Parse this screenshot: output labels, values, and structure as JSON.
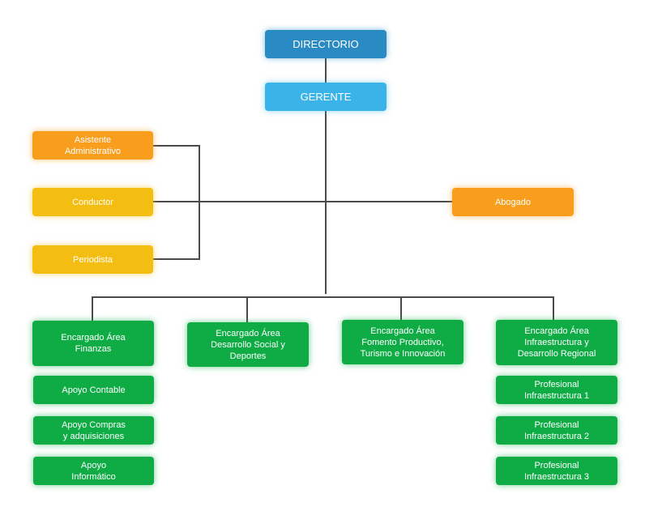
{
  "colors": {
    "directorio": "#2a8ac4",
    "gerente": "#3ab4e8",
    "asistente": "#f99d1c",
    "staff": "#f4bd12",
    "abogado": "#f99d1c",
    "areas": "#0fac46",
    "connector": "#4a4a4a"
  },
  "top": {
    "directorio": "DIRECTORIO",
    "gerente": "GERENTE"
  },
  "staff": {
    "asistente": "Asistente\nAdministrativo",
    "conductor": "Conductor",
    "periodista": "Periodista",
    "abogado": "Abogado"
  },
  "areas": [
    {
      "title": "Encargado Área\nFinanzas",
      "children": [
        "Apoyo Contable",
        "Apoyo Compras\ny adquisiciones",
        "Apoyo\nInformático"
      ]
    },
    {
      "title": "Encargado Área\nDesarrollo Social y\nDeportes",
      "children": []
    },
    {
      "title": "Encargado Área\nFomento Productivo,\nTurismo e Innovación",
      "children": []
    },
    {
      "title": "Encargado Área\nInfraestructura y\nDesarrollo Regional",
      "children": [
        "Profesional\nInfraestructura 1",
        "Profesional\nInfraestructura 2",
        "Profesional\nInfraestructura 3"
      ]
    }
  ]
}
